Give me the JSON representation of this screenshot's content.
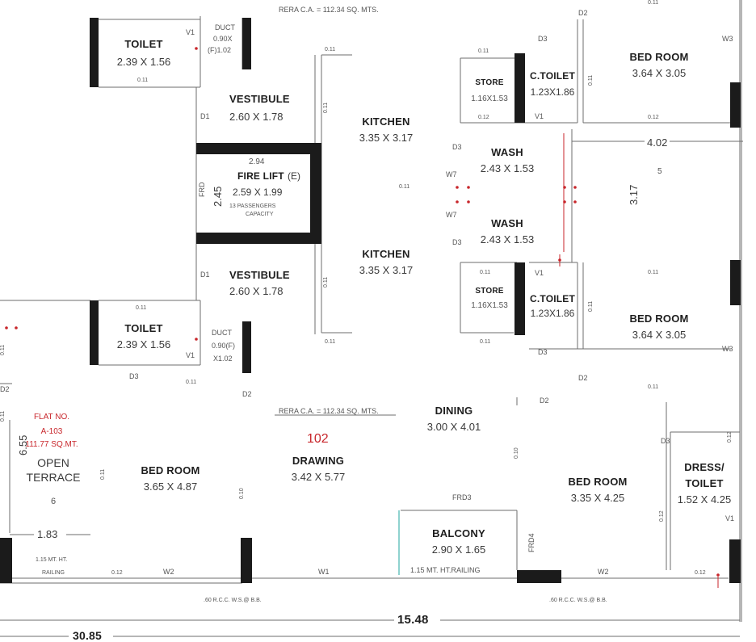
{
  "rera_top": "RERA C.A. = 112.34 SQ. MTS.",
  "rera_mid": "RERA C.A. = 112.34 SQ. MTS.",
  "flat_number": "102",
  "rooms": {
    "toilet_top": {
      "name": "TOILET",
      "dim": "2.39 X 1.56"
    },
    "duct_top": {
      "name": "DUCT",
      "dim1": "0.90X",
      "dim2": "(F)1.02"
    },
    "vestibule_top": {
      "name": "VESTIBULE",
      "dim": "2.60 X 1.78"
    },
    "fire_lift": {
      "width": "2.94",
      "name": "FIRE LIFT",
      "suffix": "(E)",
      "dim": "2.59 X 1.99",
      "note1": "13 PASSENGERS",
      "note2": "CAPACITY",
      "height": "2.45"
    },
    "vestibule_bottom": {
      "name": "VESTIBULE",
      "dim": "2.60 X 1.78"
    },
    "kitchen_top": {
      "name": "KITCHEN",
      "dim": "3.35 X 3.17"
    },
    "kitchen_bottom": {
      "name": "KITCHEN",
      "dim": "3.35 X 3.17"
    },
    "store_top": {
      "name": "STORE",
      "dim": "1.16X1.53"
    },
    "ctoilet_top": {
      "name": "C.TOILET",
      "dim": "1.23X1.86"
    },
    "bedroom_top_right": {
      "name": "BED ROOM",
      "dim": "3.64 X 3.05"
    },
    "wash_top": {
      "name": "WASH",
      "dim": "2.43 X 1.53"
    },
    "wash_bottom": {
      "name": "WASH",
      "dim": "2.43 X 1.53"
    },
    "store_bottom": {
      "name": "STORE",
      "dim": "1.16X1.53"
    },
    "ctoilet_bottom": {
      "name": "C.TOILET",
      "dim": "1.23X1.86"
    },
    "bedroom_mid_right": {
      "name": "BED ROOM",
      "dim": "3.64 X 3.05"
    },
    "toilet_bottom": {
      "name": "TOILET",
      "dim": "2.39 X 1.56"
    },
    "duct_bottom": {
      "name": "DUCT",
      "dim1": "0.90(F)",
      "dim2": "X1.02"
    },
    "flat_a103": {
      "line1": "FLAT NO.",
      "line2": "A-103",
      "line3": "111.77 SQ.MT."
    },
    "open_terrace": {
      "line1": "OPEN",
      "line2": "TERRACE",
      "tag": "6",
      "height": "6.55"
    },
    "bedroom_left": {
      "name": "BED ROOM",
      "dim": "3.65 X 4.87"
    },
    "drawing": {
      "name": "DRAWING",
      "dim": "3.42 X 5.77"
    },
    "dining": {
      "name": "DINING",
      "dim": "3.00 X 4.01"
    },
    "balcony": {
      "name": "BALCONY",
      "dim": "2.90 X 1.65"
    },
    "bedroom_bottom_right": {
      "name": "BED ROOM",
      "dim": "3.35 X 4.25"
    },
    "dress_toilet": {
      "line1": "DRESS/",
      "line2": "TOILET",
      "dim": "1.52 X 4.25"
    }
  },
  "door_labels": {
    "d1_top": "D1",
    "d1_bottom": "D1",
    "d2_top": "D2",
    "d2_mid": "D2",
    "d2_bottom": "D2",
    "d2_right": "D2",
    "d2_far_left": "D2",
    "d3_a": "D3",
    "d3_b": "D3",
    "d3_c": "D3",
    "d3_d": "D3",
    "d3_e": "D3",
    "d3_f": "D3",
    "v1_a": "V1",
    "v1_b": "V1",
    "v1_c": "V1",
    "v1_d": "V1",
    "v1_e": "V1",
    "w7_a": "W7",
    "w7_b": "W7",
    "w3_a": "W3",
    "w3_b": "W3",
    "w2_a": "W2",
    "w2_b": "W2",
    "w1": "W1",
    "frd": "FRD",
    "frd3": "FRD3",
    "frd4": "FRD4"
  },
  "wall_thickness": {
    "t1": "0.11",
    "t2": "0.11",
    "t3": "0.11",
    "t4": "0.11",
    "t5": "0.11",
    "t6": "0.11",
    "t7": "0.11",
    "t8": "0.11",
    "t9": "0.11",
    "t10": "0.11",
    "t11": "0.11",
    "t12": "0.11",
    "t13": "0.11",
    "t14": "0.11",
    "t15": "0.11",
    "t16": "0.11",
    "t17": "0.11",
    "t18": "0.11",
    "t19": "0.11",
    "c1": "0.12",
    "c2": "0.12",
    "c3": "0.12",
    "c4": "0.12",
    "c5": "0.12",
    "c6": "0.12",
    "z1": "0.10",
    "z2": "0.10"
  },
  "dimensions": {
    "d402": "4.02",
    "tag5": "5",
    "d317": "3.17",
    "d183": "1.83",
    "d1548": "15.48",
    "d3085": "30.85"
  },
  "notes": {
    "railing_left_1": "1.15 MT. HT.",
    "railing_left_2": "RAILING",
    "railing_balcony": "1.15 MT. HT.RAILING",
    "rcc_left": ".60 R.C.C. W.S.@ B.B.",
    "rcc_right": ".60 R.C.C. W.S.@ B.B."
  },
  "colors": {
    "wall": "#1b1b1b",
    "line": "#6d6d6d",
    "accent": "#c8262b",
    "glass": "#8fd3cf"
  }
}
